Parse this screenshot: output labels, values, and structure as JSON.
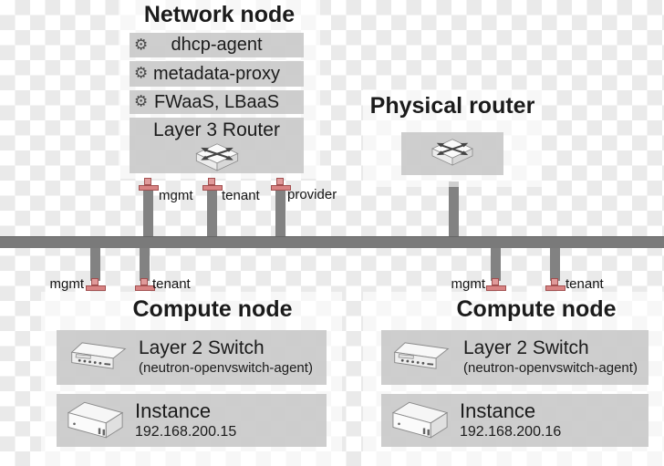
{
  "colors": {
    "connector_red": "#d88383",
    "bus_gray": "#7a7a7a",
    "row_gray": "#c7c7c7"
  },
  "icons": {
    "gear": "⚙"
  },
  "network_node": {
    "title": "Network node",
    "services": [
      {
        "label": "dhcp-agent"
      },
      {
        "label": "metadata-proxy"
      },
      {
        "label": "FWaaS, LBaaS"
      }
    ],
    "router": {
      "label": "Layer 3 Router"
    },
    "ports": [
      {
        "label": "mgmt"
      },
      {
        "label": "tenant"
      },
      {
        "label": "provider"
      }
    ]
  },
  "physical_router": {
    "title": "Physical router"
  },
  "compute_nodes": [
    {
      "title": "Compute node",
      "ports": [
        {
          "label": "mgmt"
        },
        {
          "label": "tenant"
        }
      ],
      "switch": {
        "label": "Layer 2 Switch",
        "agent": "(neutron-openvswitch-agent)"
      },
      "instance": {
        "label": "Instance",
        "ip": "192.168.200.15"
      }
    },
    {
      "title": "Compute node",
      "ports": [
        {
          "label": "mgmt"
        },
        {
          "label": "tenant"
        }
      ],
      "switch": {
        "label": "Layer 2 Switch",
        "agent": "(neutron-openvswitch-agent)"
      },
      "instance": {
        "label": "Instance",
        "ip": "192.168.200.16"
      }
    }
  ]
}
